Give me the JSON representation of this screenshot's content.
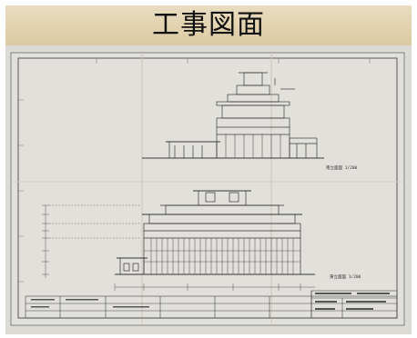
{
  "header": {
    "title": "工事図面",
    "band_color": "#e3d3b1"
  },
  "photo": {
    "subject": "architectural-blueprint-elevations",
    "paper_color": "#dedcd6",
    "line_color": "#3a3a3a",
    "upper_drawing_caption": "南立面図 1/200",
    "lower_drawing_caption": "東立面図 1/200"
  }
}
